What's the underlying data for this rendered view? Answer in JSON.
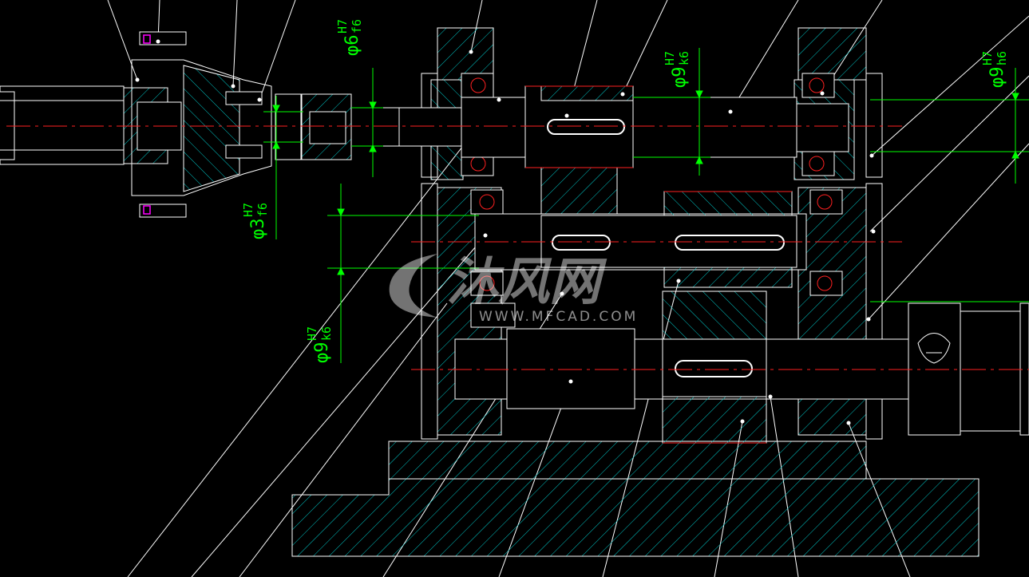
{
  "drawing": {
    "background": "#000000",
    "colors": {
      "outline": "#ffffff",
      "hatch": "#00c8c8",
      "centerline": "#ff2020",
      "dimension": "#00ff00",
      "fastener": "#ff00ff"
    },
    "fits": [
      {
        "id": "fit-phi6",
        "symbol": "φ6",
        "upper": "H7",
        "lower": "f6"
      },
      {
        "id": "fit-phi3",
        "symbol": "φ3",
        "upper": "H7",
        "lower": "f6"
      },
      {
        "id": "fit-phi9-top",
        "symbol": "φ9",
        "upper": "H7",
        "lower": "k6"
      },
      {
        "id": "fit-phi9-right",
        "symbol": "φ9",
        "upper": "H7",
        "lower": "h6"
      },
      {
        "id": "fit-phi9-left",
        "symbol": "φ9",
        "upper": "H7",
        "lower": "k6"
      }
    ]
  },
  "watermark": {
    "brand": "沐风网",
    "site": "WWW.MFCAD.COM"
  }
}
